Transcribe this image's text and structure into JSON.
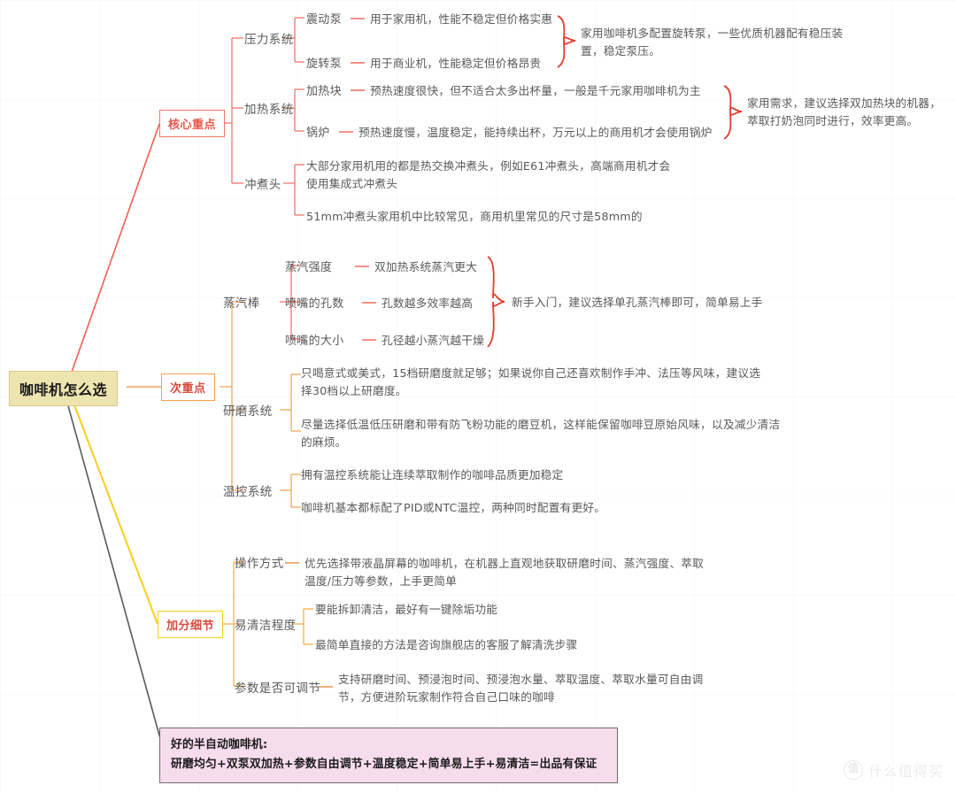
{
  "root": {
    "label": "咖啡机怎么选"
  },
  "watermark": {
    "badge": "值",
    "text": "什么值得买"
  },
  "branches": {
    "core": {
      "label": "核心重点",
      "pressure": {
        "label": "压力系统",
        "items": [
          {
            "name": "震动泵",
            "desc": "用于家用机，性能不稳定但价格实惠"
          },
          {
            "name": "旋转泵",
            "desc": "用于商业机，性能稳定但价格昂贵"
          }
        ],
        "note": "家用咖啡机多配置旋转泵，一些优质机器配有稳压装置，稳定泵压。"
      },
      "heating": {
        "label": "加热系统",
        "items": [
          {
            "name": "加热块",
            "desc": "预热速度很快，但不适合太多出杯量，一般是千元家用咖啡机为主"
          },
          {
            "name": "锅炉",
            "desc": "预热速度慢，温度稳定，能持续出杯，万元以上的商用机才会使用锅炉"
          }
        ],
        "note": "家用需求，建议选择双加热块的机器，萃取打奶泡同时进行，效率更高。"
      },
      "brewhead": {
        "label": "冲煮头",
        "items": [
          "大部分家用机用的都是热交换冲煮头，例如E61冲煮头，高端商用机才会使用集成式冲煮头",
          "51mm冲煮头家用机中比较常见，商用机里常见的尺寸是58mm的"
        ]
      }
    },
    "secondary": {
      "label": "次重点",
      "steamwand": {
        "label": "蒸汽棒",
        "items": [
          {
            "name": "蒸汽强度",
            "desc": "双加热系统蒸汽更大"
          },
          {
            "name": "喷嘴的孔数",
            "desc": "孔数越多效率越高"
          },
          {
            "name": "喷嘴的大小",
            "desc": "孔径越小蒸汽越干燥"
          }
        ],
        "note": "新手入门，建议选择单孔蒸汽棒即可，简单易上手"
      },
      "grinding": {
        "label": "研磨系统",
        "items": [
          "只喝意式或美式，15档研磨度就足够；如果说你自己还喜欢制作手冲、法压等风味，建议选择30档以上研磨度。",
          "尽量选择低温低压研磨和带有防飞粉功能的磨豆机，这样能保留咖啡豆原始风味，以及减少清洁的麻烦。"
        ]
      },
      "tempcontrol": {
        "label": "温控系统",
        "items": [
          "拥有温控系统能让连续萃取制作的咖啡品质更加稳定",
          "咖啡机基本都标配了PID或NTC温控，两种同时配置有更好。"
        ]
      }
    },
    "bonus": {
      "label": "加分细节",
      "operation": {
        "label": "操作方式",
        "items": [
          "优先选择带液晶屏幕的咖啡机，在机器上直观地获取研磨时间、蒸汽强度、萃取温度/压力等参数，上手更简单"
        ]
      },
      "cleaning": {
        "label": "易清洁程度",
        "items": [
          "要能拆卸清洁，最好有一键除垢功能",
          "最简单直接的方法是咨询旗舰店的客服了解清洗步骤"
        ]
      },
      "params": {
        "label": "参数是否可调节",
        "items": [
          "支持研磨时间、预浸泡时间、预浸泡水量、萃取温度、萃取水量可自由调节，方便进阶玩家制作符合自己口味的咖啡"
        ]
      }
    }
  },
  "summary": {
    "line1": "好的半自动咖啡机:",
    "line2": "研磨均匀+双泵双加热+参数自由调节+温度稳定+简单易上手+易清洁=出品有保证"
  },
  "colors": {
    "core": "#f2776b",
    "secondary": "#f59e4b",
    "bonus": "#fbcd1b",
    "summary_line": "#5a5a5a",
    "root_bg": "#eee4b0",
    "summary_bg": "#f7dced"
  }
}
